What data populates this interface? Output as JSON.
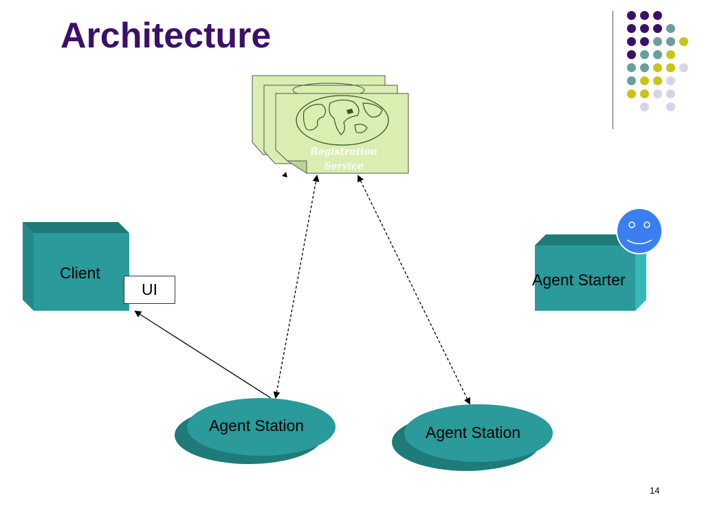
{
  "slide": {
    "title": "Architecture",
    "page_number": "14"
  },
  "nodes": {
    "registration_service": "Registration\nService",
    "registration_line1": "Registration",
    "registration_line2": "Service",
    "client": "Client",
    "ui": "UI",
    "agent_starter": "Agent Starter",
    "agent_station_left": "Agent Station",
    "agent_station_right": "Agent Station"
  },
  "colors": {
    "title": "#3b1068",
    "teal_box": "#2a9a9a",
    "teal_top": "#1f7a7a",
    "teal_side": "#36b8b8",
    "registration_card": "#d9eeb0",
    "smiley": "#3a7ff0",
    "dot_purple": "#3b1068",
    "dot_teal": "#6b9e9e",
    "dot_yellow": "#c9c41a",
    "dot_lavender": "#d6d4e6"
  },
  "connections": [
    {
      "from": "Agent Station",
      "to": "UI",
      "style": "solid",
      "arrow": "end"
    },
    {
      "from": "Agent Station",
      "to": "Registration Service",
      "style": "dashed",
      "arrow": "both"
    },
    {
      "from": "Agent Station",
      "to": "Registration Service",
      "style": "dashed",
      "arrow": "both"
    }
  ]
}
